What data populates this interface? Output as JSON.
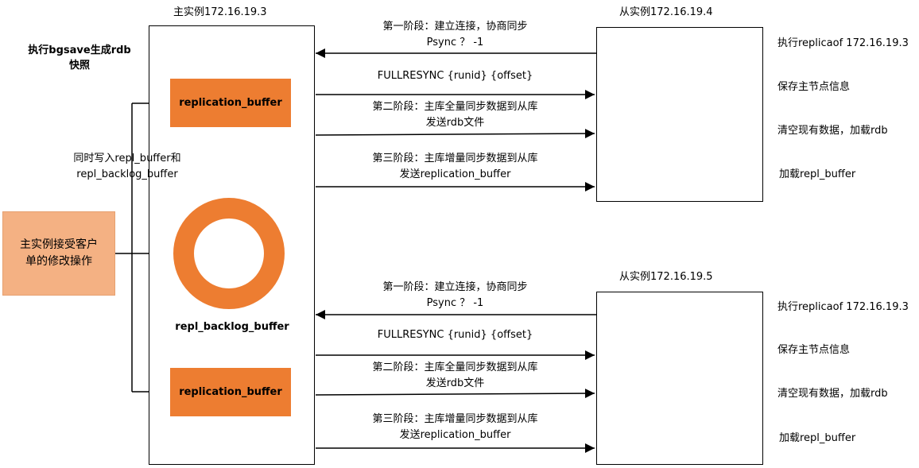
{
  "master": {
    "title": "主实例172.16.19.3",
    "bgsave_line1": "执行bgsave生成rdb",
    "bgsave_line2": "快照",
    "buffer_top": "replication_buffer",
    "buffer_bottom": "replication_buffer",
    "backlog": "repl_backlog_buffer"
  },
  "client": {
    "line1": "主实例接受客户",
    "line2": "单的修改操作"
  },
  "write_note": {
    "line1": "同时写入repl_buffer和",
    "line2": "repl_backlog_buffer"
  },
  "replica1": {
    "title": "从实例172.16.19.4",
    "phase1_line1": "第一阶段：建立连接，协商同步",
    "phase1_line2": "Psync ？ -1",
    "fullresync": "FULLRESYNC {runid} {offset}",
    "phase2_line1": "第二阶段：主库全量同步数据到从库",
    "phase2_line2": "发送rdb文件",
    "phase3_line1": "第三阶段：主库增量同步数据到从库",
    "phase3_line2": "发送replication_buffer",
    "steps": [
      "执行replicaof 172.16.19.3",
      "保存主节点信息",
      "清空现有数据，加载rdb",
      "加载repl_buffer"
    ]
  },
  "replica2": {
    "title": "从实例172.16.19.5",
    "phase1_line1": "第一阶段：建立连接，协商同步",
    "phase1_line2": "Psync ？ -1",
    "fullresync": "FULLRESYNC {runid} {offset}",
    "phase2_line1": "第二阶段：主库全量同步数据到从库",
    "phase2_line2": "发送rdb文件",
    "phase3_line1": "第三阶段：主库增量同步数据到从库",
    "phase3_line2": "发送replication_buffer",
    "steps": [
      "执行replicaof 172.16.19.3",
      "保存主节点信息",
      "清空现有数据，加载rdb",
      "加载repl_buffer"
    ]
  },
  "colors": {
    "buffer_fill": "#ed7d31",
    "client_fill": "#f4b183",
    "line": "#000000"
  }
}
